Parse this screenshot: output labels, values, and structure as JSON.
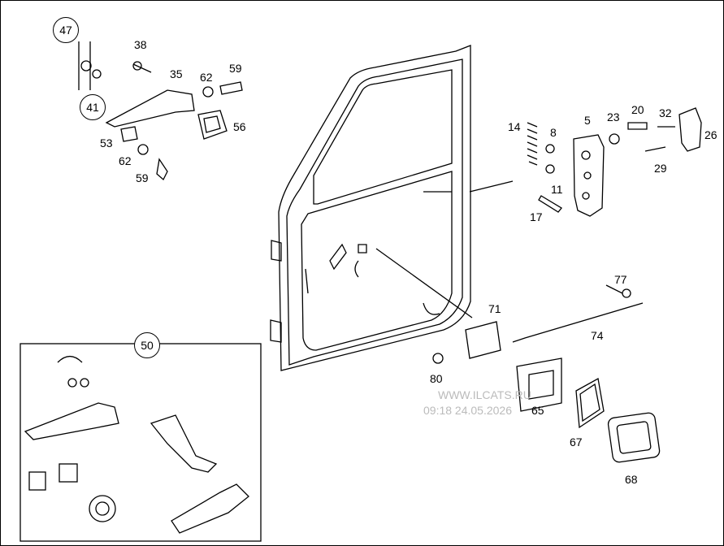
{
  "diagram": {
    "callouts": [
      "47",
      "41",
      "38",
      "35",
      "62",
      "59",
      "56",
      "53",
      "62",
      "59",
      "14",
      "8",
      "5",
      "23",
      "20",
      "32",
      "26",
      "29",
      "11",
      "17",
      "77",
      "71",
      "74",
      "80",
      "65",
      "67",
      "68"
    ],
    "circled": [
      "47",
      "41",
      "50"
    ],
    "watermark": {
      "line1": "WWW.ILCATS.RU",
      "line2": "09:18 24.05.2026"
    }
  }
}
